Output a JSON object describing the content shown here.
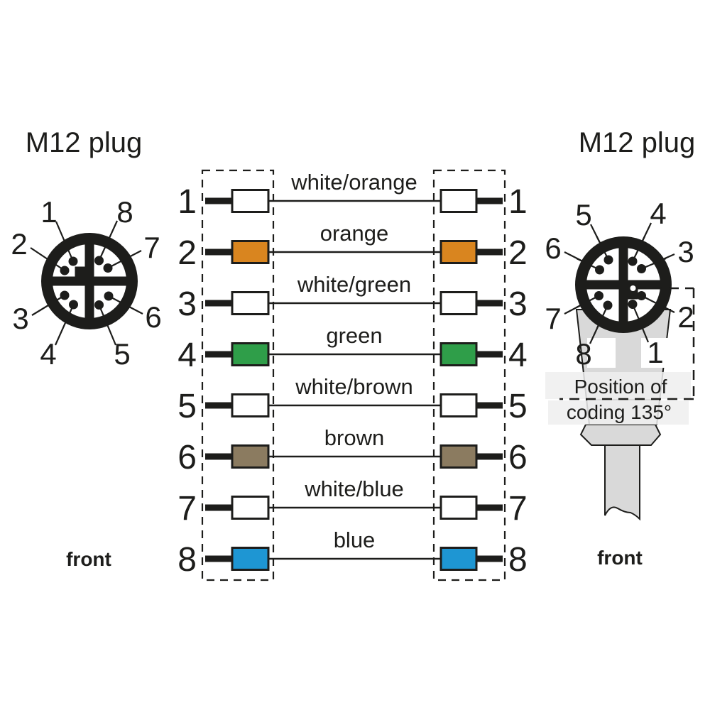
{
  "left_plug": {
    "title": "M12 plug",
    "front_label": "front",
    "pins": [
      "1",
      "2",
      "3",
      "4",
      "5",
      "6",
      "7",
      "8"
    ]
  },
  "right_plug": {
    "title": "M12 plug",
    "front_label": "front",
    "pins": [
      "1",
      "2",
      "3",
      "4",
      "5",
      "6",
      "7",
      "8"
    ],
    "coding_note": {
      "line1": "Position of",
      "line2": "coding 135°"
    }
  },
  "wiring": {
    "rows": [
      {
        "pin_left": "1",
        "pin_right": "1",
        "wire": "white/orange",
        "swatch": "#ffffff"
      },
      {
        "pin_left": "2",
        "pin_right": "2",
        "wire": "orange",
        "swatch": "#d9851f"
      },
      {
        "pin_left": "3",
        "pin_right": "3",
        "wire": "white/green",
        "swatch": "#ffffff"
      },
      {
        "pin_left": "4",
        "pin_right": "4",
        "wire": "green",
        "swatch": "#2f9e49"
      },
      {
        "pin_left": "5",
        "pin_right": "5",
        "wire": "white/brown",
        "swatch": "#ffffff"
      },
      {
        "pin_left": "6",
        "pin_right": "6",
        "wire": "brown",
        "swatch": "#8b7b60"
      },
      {
        "pin_left": "7",
        "pin_right": "7",
        "wire": "white/blue",
        "swatch": "#ffffff"
      },
      {
        "pin_left": "8",
        "pin_right": "8",
        "wire": "blue",
        "swatch": "#1e96d3"
      }
    ]
  },
  "colors": {
    "ink": "#1d1d1b",
    "connector_body": "#d9d9d9",
    "orange": "#d9851f",
    "green": "#2f9e49",
    "brown": "#8b7b60",
    "blue": "#1e96d3"
  }
}
